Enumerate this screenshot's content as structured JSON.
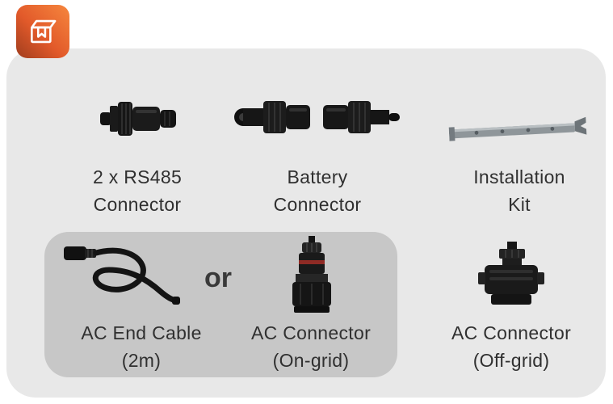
{
  "colors": {
    "background": "#ffffff",
    "panel": "#e8e8e8",
    "inner_panel": "#c7c7c7",
    "badge_accent": "#e25a2a",
    "text": "#303030"
  },
  "badge": {
    "icon": "package-box-icon"
  },
  "row1": {
    "rs485": {
      "line1": "2 x RS485",
      "line2": "Connector",
      "image": "rs485-connector-image"
    },
    "battery": {
      "line1": "Battery",
      "line2": "Connector",
      "image": "battery-connector-image"
    },
    "installation": {
      "line1": "Installation",
      "line2": "Kit",
      "image": "installation-kit-image"
    }
  },
  "row2": {
    "ac_end_cable": {
      "line1": "AC End Cable",
      "line2": "(2m)",
      "image": "ac-end-cable-image"
    },
    "or": "or",
    "ac_on_grid": {
      "line1": "AC Connector",
      "line2": "(On-grid)",
      "image": "ac-connector-on-grid-image"
    },
    "ac_off_grid": {
      "line1": "AC Connector",
      "line2": "(Off-grid)",
      "image": "ac-connector-off-grid-image"
    }
  }
}
